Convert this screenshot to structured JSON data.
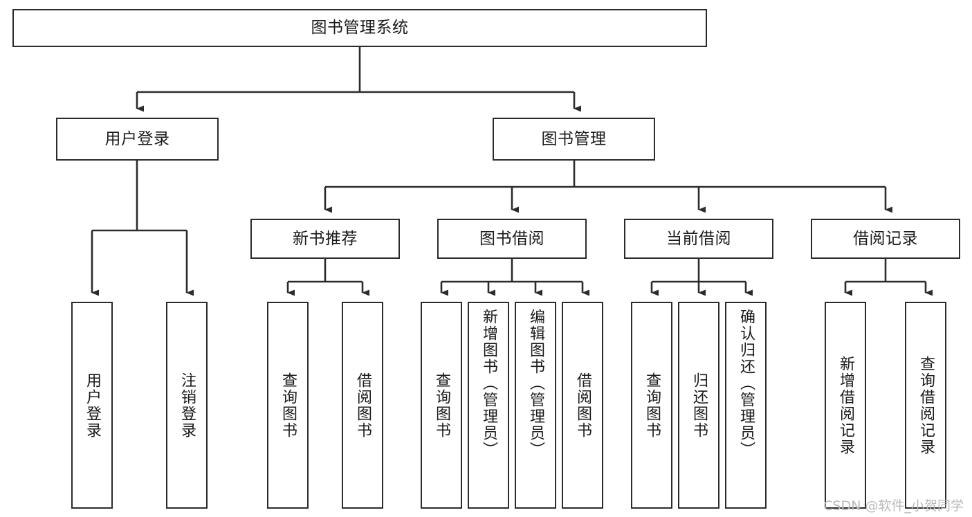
{
  "diagram": {
    "type": "hierarchy-tree",
    "title": "图书管理系统",
    "watermark": "CSDN @软件_小贺同学",
    "colors": {
      "stroke": "#2b2b2b",
      "fill": "#ffffff",
      "text": "#1b1b1b",
      "watermark": "#b9b9b9"
    },
    "root": {
      "label": "图书管理系统"
    },
    "level2": [
      {
        "label": "用户登录"
      },
      {
        "label": "图书管理"
      }
    ],
    "level3": [
      {
        "label": "新书推荐"
      },
      {
        "label": "图书借阅"
      },
      {
        "label": "当前借阅"
      },
      {
        "label": "借阅记录"
      }
    ],
    "leaves": {
      "user_login": [
        {
          "label": "用户登录"
        },
        {
          "label": "注销登录"
        }
      ],
      "new_book_recommend": [
        {
          "label": "查询图书"
        },
        {
          "label": "借阅图书"
        }
      ],
      "book_borrow": [
        {
          "label": "查询图书"
        },
        {
          "label": "新增图书（管理员）"
        },
        {
          "label": "编辑图书（管理员）"
        },
        {
          "label": "借阅图书"
        }
      ],
      "current_borrow": [
        {
          "label": "查询图书"
        },
        {
          "label": "归还图书"
        },
        {
          "label": "确认归还（管理员）"
        }
      ],
      "borrow_records": [
        {
          "label": "新增借阅记录"
        },
        {
          "label": "查询借阅记录"
        }
      ]
    }
  }
}
